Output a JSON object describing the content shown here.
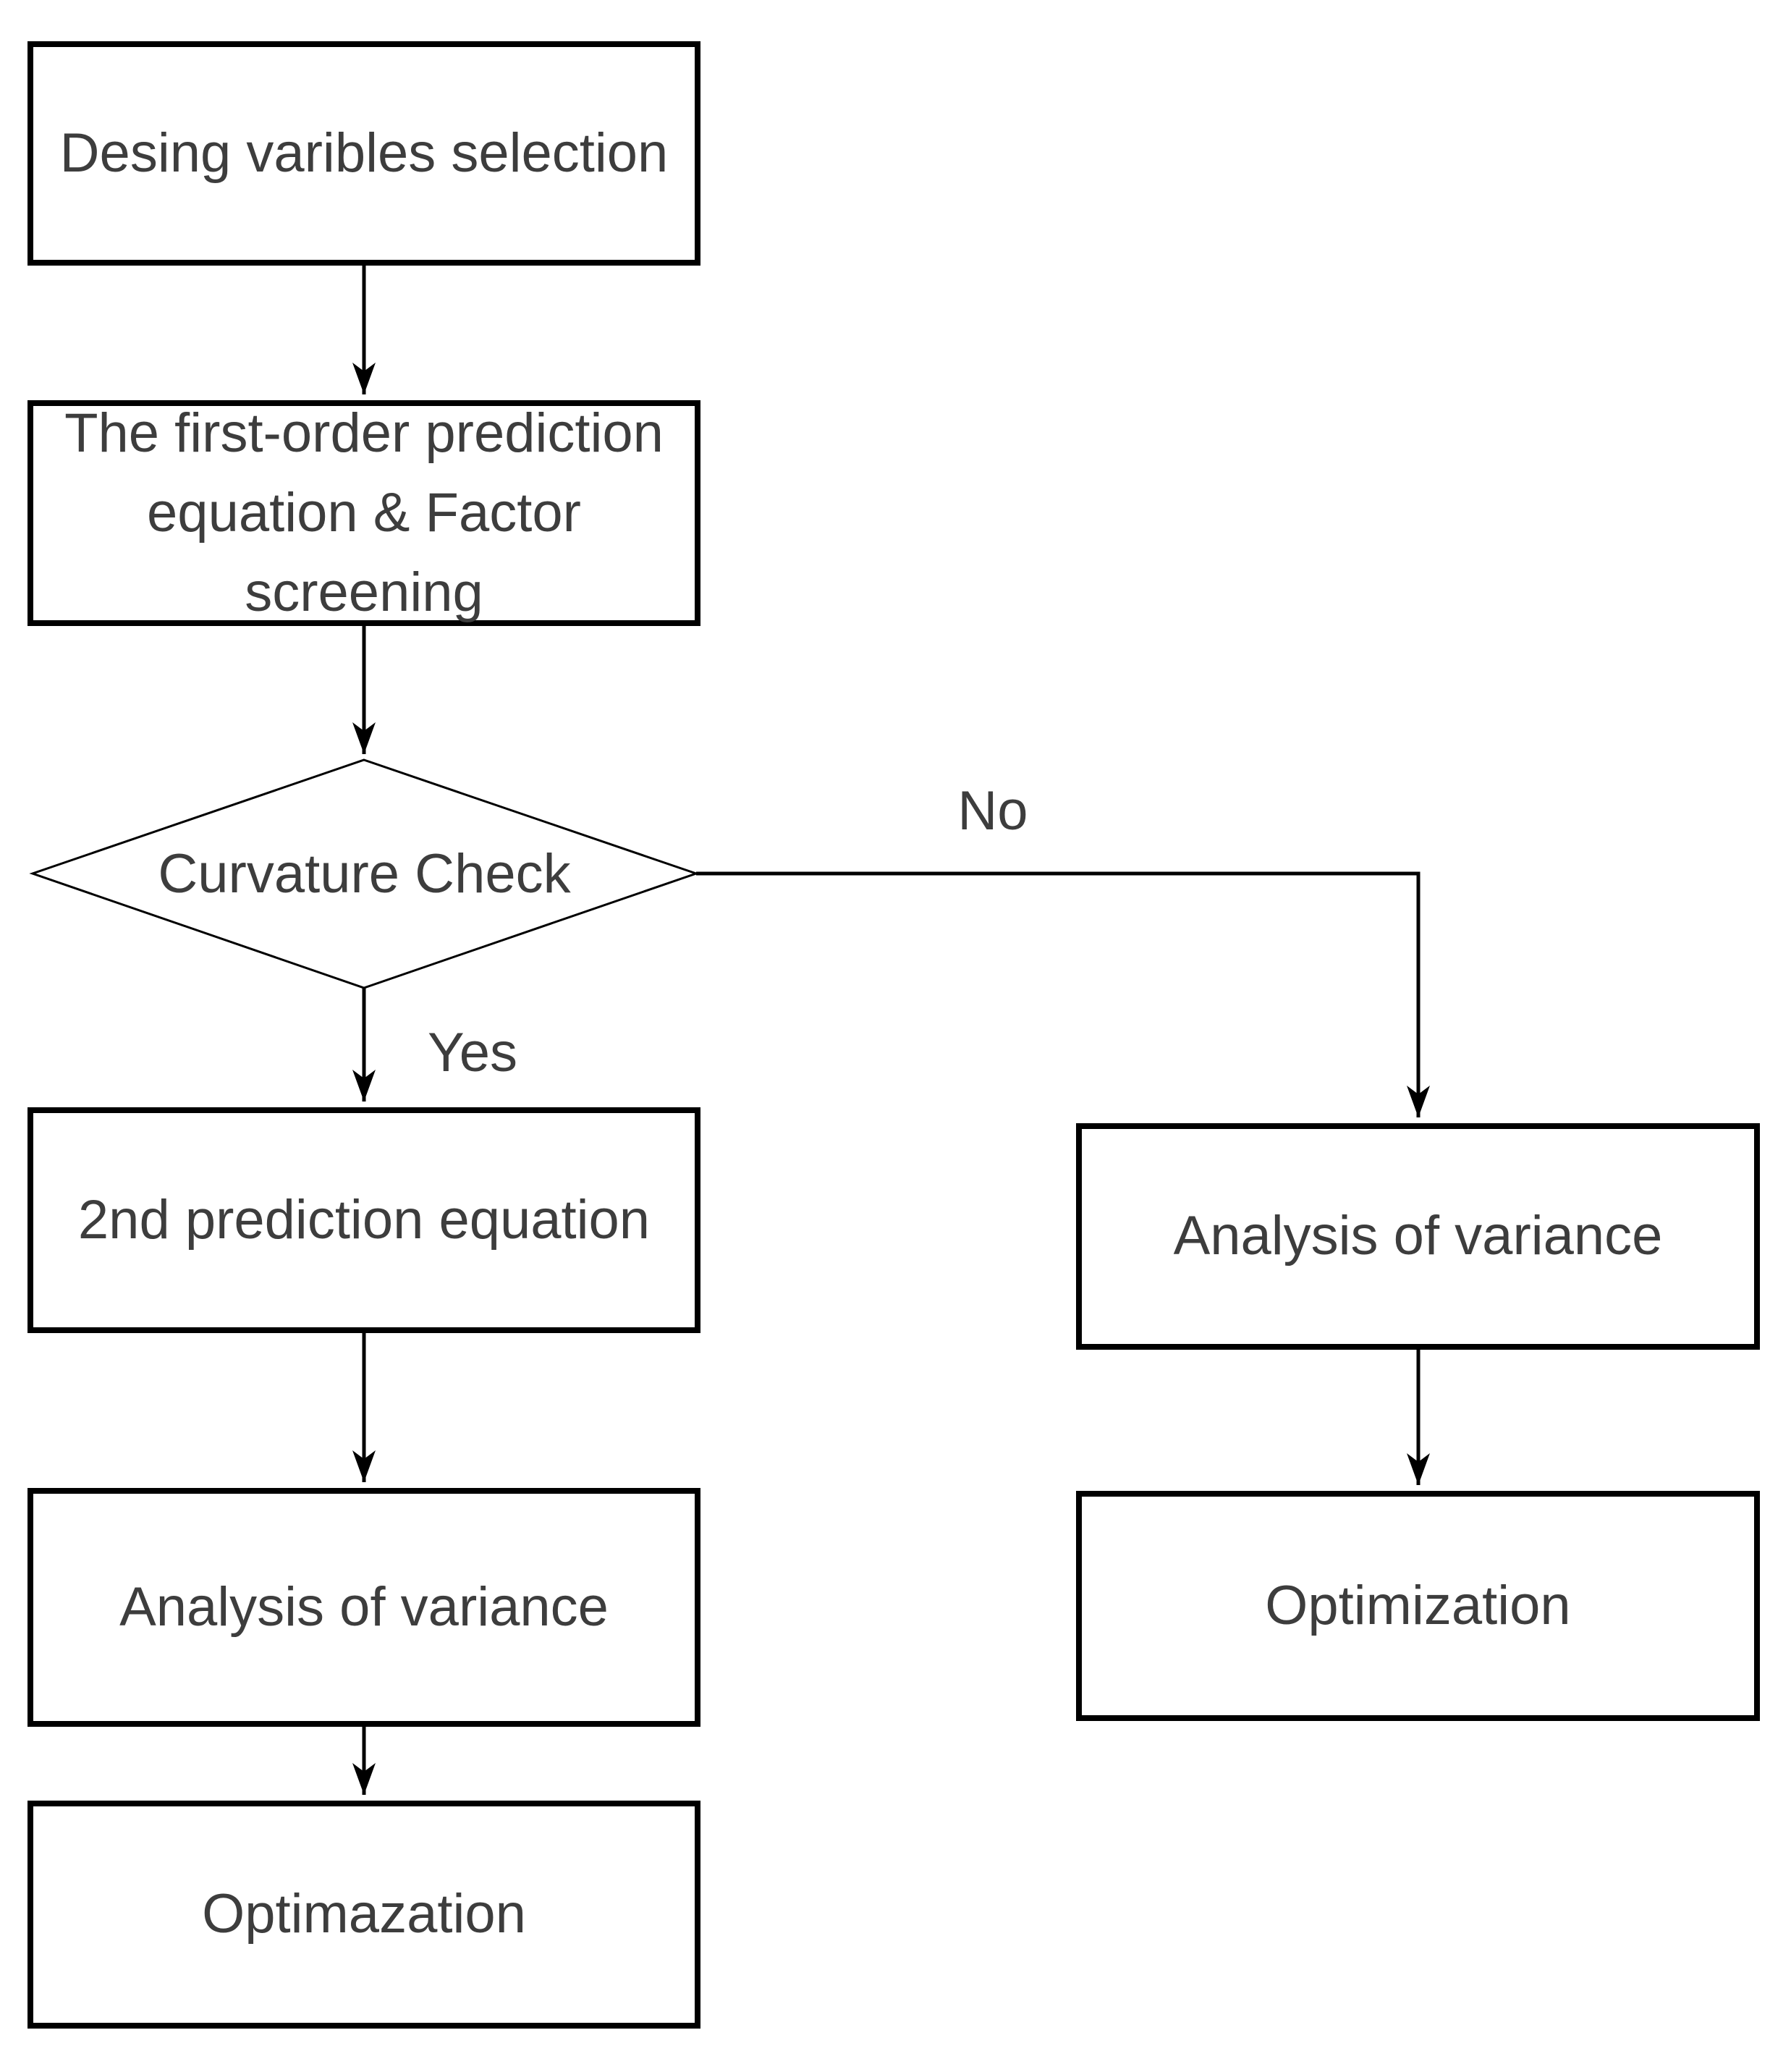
{
  "diagram": {
    "type": "flowchart",
    "background": "#ffffff",
    "line_color": "#000000",
    "text_color": "#3d3d3d",
    "nodes": {
      "design_variables": {
        "label": "Desing varibles selection",
        "shape": "rect"
      },
      "first_order_prediction": {
        "label": "The first-order prediction equation & Factor screening",
        "shape": "rect"
      },
      "curvature_check": {
        "label": "Curvature Check",
        "shape": "diamond"
      },
      "second_prediction": {
        "label": "2nd prediction equation",
        "shape": "rect"
      },
      "analysis_of_variance_left": {
        "label": "Analysis of variance",
        "shape": "rect"
      },
      "optimazation_left": {
        "label": "Optimazation",
        "shape": "rect"
      },
      "analysis_of_variance_right": {
        "label": "Analysis of variance",
        "shape": "rect"
      },
      "optimization_right": {
        "label": "Optimization",
        "shape": "rect"
      }
    },
    "edge_labels": {
      "yes": "Yes",
      "no": "No"
    },
    "edges": [
      {
        "from": "design_variables",
        "to": "first_order_prediction",
        "label": ""
      },
      {
        "from": "first_order_prediction",
        "to": "curvature_check",
        "label": ""
      },
      {
        "from": "curvature_check",
        "to": "second_prediction",
        "label": "Yes"
      },
      {
        "from": "curvature_check",
        "to": "analysis_of_variance_right",
        "label": "No"
      },
      {
        "from": "second_prediction",
        "to": "analysis_of_variance_left",
        "label": ""
      },
      {
        "from": "analysis_of_variance_left",
        "to": "optimazation_left",
        "label": ""
      },
      {
        "from": "analysis_of_variance_right",
        "to": "optimization_right",
        "label": ""
      }
    ]
  }
}
